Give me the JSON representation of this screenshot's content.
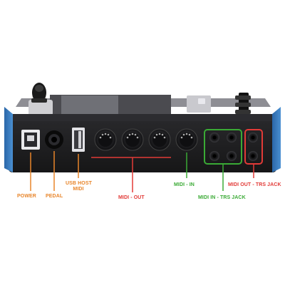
{
  "colors": {
    "orange": "#e8852a",
    "red": "#e23a37",
    "green": "#3aaa35",
    "housing": "#1b1b1d",
    "side_panel": "#3a7fc4"
  },
  "labels": {
    "power": "POWER",
    "pedal": "PEDAL",
    "usb_host_midi": [
      "USB HOST",
      "MIDI"
    ],
    "midi_out": "MIDI - OUT",
    "midi_in": "MIDI - IN",
    "midi_in_trs": "MIDI IN - TRS JACK",
    "midi_out_trs": "MIDI OUT - TRS JACK"
  },
  "icons": {
    "knob": "rotary-encoder-knob",
    "usb_b": "usb-b-port",
    "pedal_jack": "quarter-inch-jack",
    "usb_a": "usb-a-port",
    "din": "midi-din-connector",
    "trs": "trs-jack"
  }
}
